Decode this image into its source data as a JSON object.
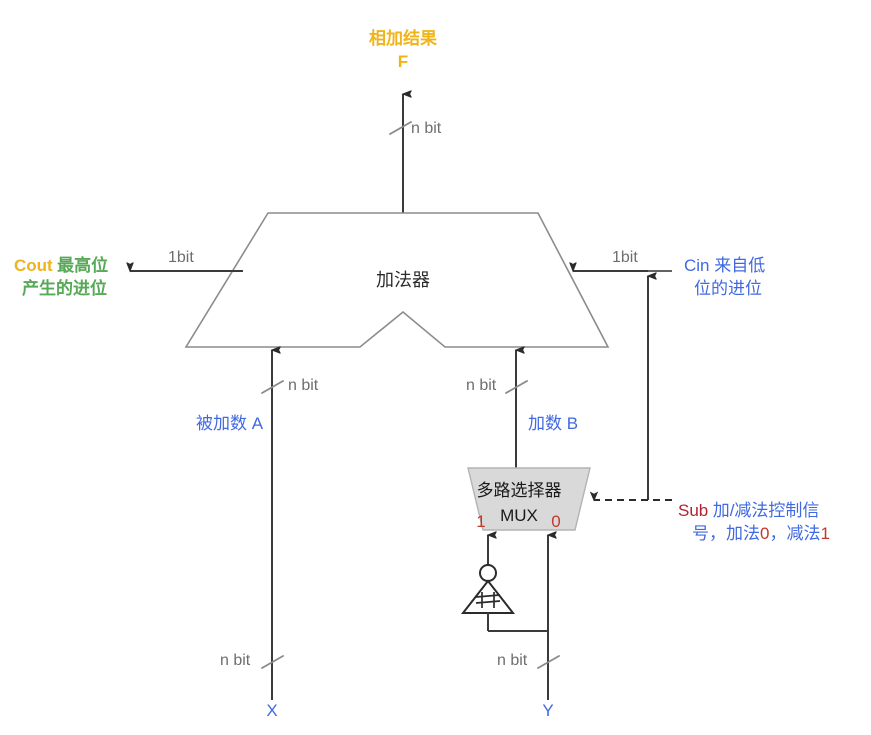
{
  "diagram": {
    "title_output": {
      "line1": "相加结果",
      "line2": "F",
      "color": "#f0b418"
    },
    "blocks": {
      "adder": {
        "label": "加法器",
        "shape": "trapezoid-with-notch"
      },
      "mux": {
        "label_line1": "多路选择器",
        "label_line2": "MUX",
        "select_input_1": "1",
        "select_input_0": "0",
        "fill": "#d9d9d9"
      },
      "not_gate": {
        "name": "inverter",
        "shape": "triangle-with-bubble"
      }
    },
    "signals": {
      "f_width": "n bit",
      "cout_width": "1bit",
      "cin_width": "1bit",
      "a_width": "n bit",
      "b_width": "n bit",
      "x_width": "n bit",
      "y_width": "n bit"
    },
    "annotations": {
      "cout": {
        "name": "Cout",
        "name_color": "#f0b418",
        "desc_line1": "最高位",
        "desc_line2": "产生的进位",
        "desc_color": "#57a957"
      },
      "cin": {
        "name": "Cin",
        "desc_line1": " 来自低",
        "desc_line2": "位的进位",
        "color": "#4169e1"
      },
      "operand_a": "被加数 A",
      "operand_b": "加数 B",
      "input_x": "X",
      "input_y": "Y",
      "sub": {
        "name": "Sub",
        "name_color": "#b22234",
        "desc_line1_a": "加/减法控制信",
        "desc_line2_a": "号，加法",
        "desc_line2_b": "0",
        "desc_line2_c": "，减法",
        "desc_line2_d": "1",
        "desc_color": "#4169e1",
        "digit_color": "#c0392b"
      }
    }
  }
}
